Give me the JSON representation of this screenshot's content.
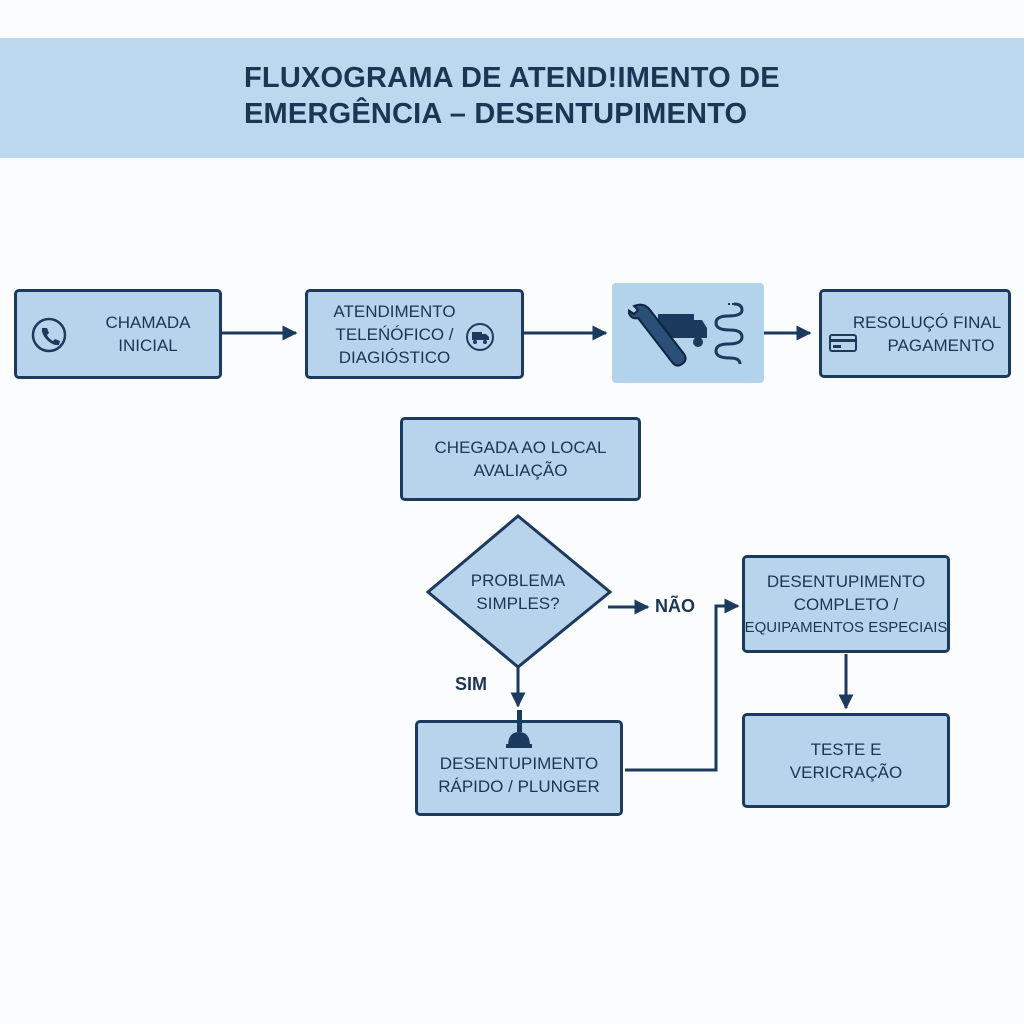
{
  "title": {
    "line1": "FLUXOGRAMA DE ATEND!IMENTO DE",
    "line2": "EMERGÊNCIA – DESENTUPIMENTO"
  },
  "nodes": {
    "chamada": {
      "line1": "CHAMADA",
      "line2": "INICIAL"
    },
    "atendimento": {
      "line1": "ATENDIMENTO",
      "line2": "TELEŃÓFICO /",
      "line3": "DIAGIÓSTICO"
    },
    "resolucao": {
      "line1": "RESOLUÇÓ FINAL",
      "line2": "PAGAMENTO"
    },
    "chegada": {
      "line1": "CHEGADA AO LOCAL",
      "line2": "AVALIAÇÃO"
    },
    "decisao": {
      "line1": "PROBLEMA",
      "line2": "SIMPLES?"
    },
    "completo": {
      "line1": "DESENTUPIMENTO",
      "line2": "COMPLETO /",
      "line3": "EQUIPAMENTOS ESPECIAIS"
    },
    "rapido": {
      "line1": "DESENTUPIMENTO",
      "line2": "RÁPIDO / PLUNGER"
    },
    "teste": {
      "line1": "TESTE E",
      "line2": "VERICRAÇÃO"
    }
  },
  "branch_labels": {
    "no": "NÃO",
    "yes": "SIM"
  },
  "icons": [
    "phone-icon",
    "truck-icon",
    "wrench-icon",
    "hose-icon",
    "card-icon",
    "plunger-icon"
  ],
  "colors": {
    "box_fill": "#b8d4ec",
    "border": "#1c3a5e",
    "banner": "#bcd8ee"
  }
}
